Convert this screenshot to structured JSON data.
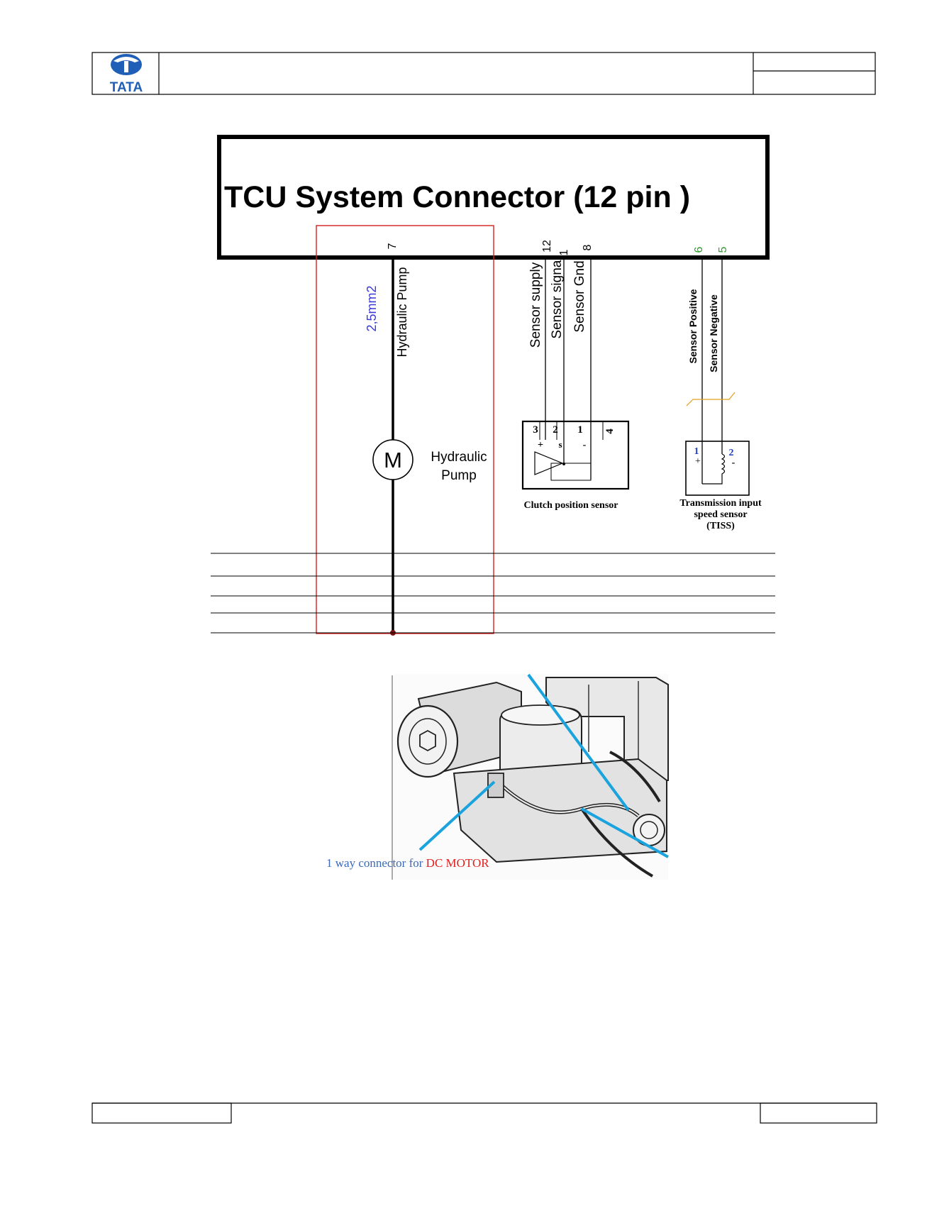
{
  "header": {
    "logo_text": "TATA"
  },
  "connector": {
    "title": "TCU  System Connector (12 pin )"
  },
  "pump_circuit": {
    "pin": "7",
    "wire_size": "2,5mm2",
    "wire_label": "Hydraulic Pump",
    "motor_symbol": "M",
    "motor_label_line1": "Hydraulic",
    "motor_label_line2": "Pump"
  },
  "clutch_sensor": {
    "pins": [
      "12",
      "1",
      "8"
    ],
    "wire_labels": [
      "Sensor supply",
      "Sensor signal",
      "Sensor Gnd"
    ],
    "terminals": [
      "3",
      "2",
      "1",
      "4"
    ],
    "terminal_signs": [
      "+",
      "s",
      "-"
    ],
    "name": "Clutch position sensor"
  },
  "tiss_sensor": {
    "pins": [
      "6",
      "5"
    ],
    "wire_labels": [
      "Sensor Positive",
      "Sensor Negative"
    ],
    "terminals": [
      "1",
      "2"
    ],
    "terminal_signs": [
      "+",
      "-"
    ],
    "name_line1": "Transmission input",
    "name_line2": "speed sensor",
    "name_line3": "(TISS)"
  },
  "photo_callout": {
    "text_prefix": "1 way connector for ",
    "text_highlight": "DC MOTOR"
  },
  "colors": {
    "pin_green": "#2e9e2e",
    "wire_blue": "#3a3ad6",
    "box_red": "#d62020",
    "callout_cyan": "#1aa3dd",
    "highlight_red": "#e02020"
  }
}
